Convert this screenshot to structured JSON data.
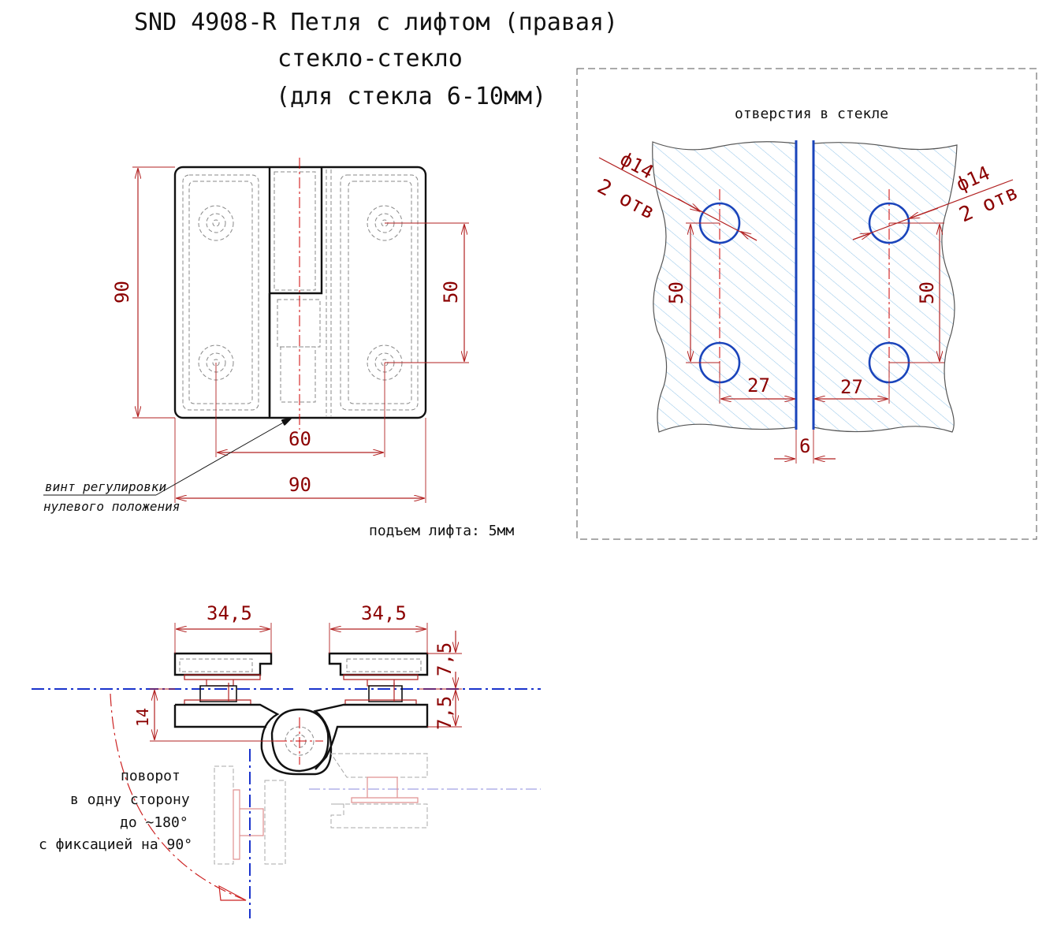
{
  "title": {
    "line1": "SND 4908-R Петля с лифтом (правая)",
    "line2": "стекло-стекло",
    "line3": "(для стекла 6-10мм)"
  },
  "front_view": {
    "dim_height": "90",
    "dim_holes_vertical": "50",
    "dim_holes_horizontal": "60",
    "dim_width": "90",
    "note_screw_line1": "винт регулировки",
    "note_screw_line2": "нулевого положения",
    "note_lift": "подъем лифта: 5мм"
  },
  "glass_view": {
    "caption": "отверстия в стекле",
    "left_hole_dia": "ф14",
    "left_hole_count": "2 отв",
    "right_hole_dia": "ф14",
    "right_hole_count": "2 отв",
    "left_dim_vertical": "50",
    "right_dim_vertical": "50",
    "left_dim_edge": "27",
    "right_dim_edge": "27",
    "gap": "6"
  },
  "side_view": {
    "dim_left_width": "34,5",
    "dim_right_width": "34,5",
    "dim_upper": "7,5",
    "dim_lower": "7,5",
    "dim_thickness": "14",
    "rotation_line1": "поворот",
    "rotation_line2": "в одну сторону",
    "rotation_line3": "до ~180°",
    "rotation_line4": "с фиксацией на 90°"
  },
  "colors": {
    "dimension": "#8b0000",
    "axis_blue": "#1a33cc",
    "outline": "#111111",
    "glass_hatch": "#8fc3e8"
  }
}
